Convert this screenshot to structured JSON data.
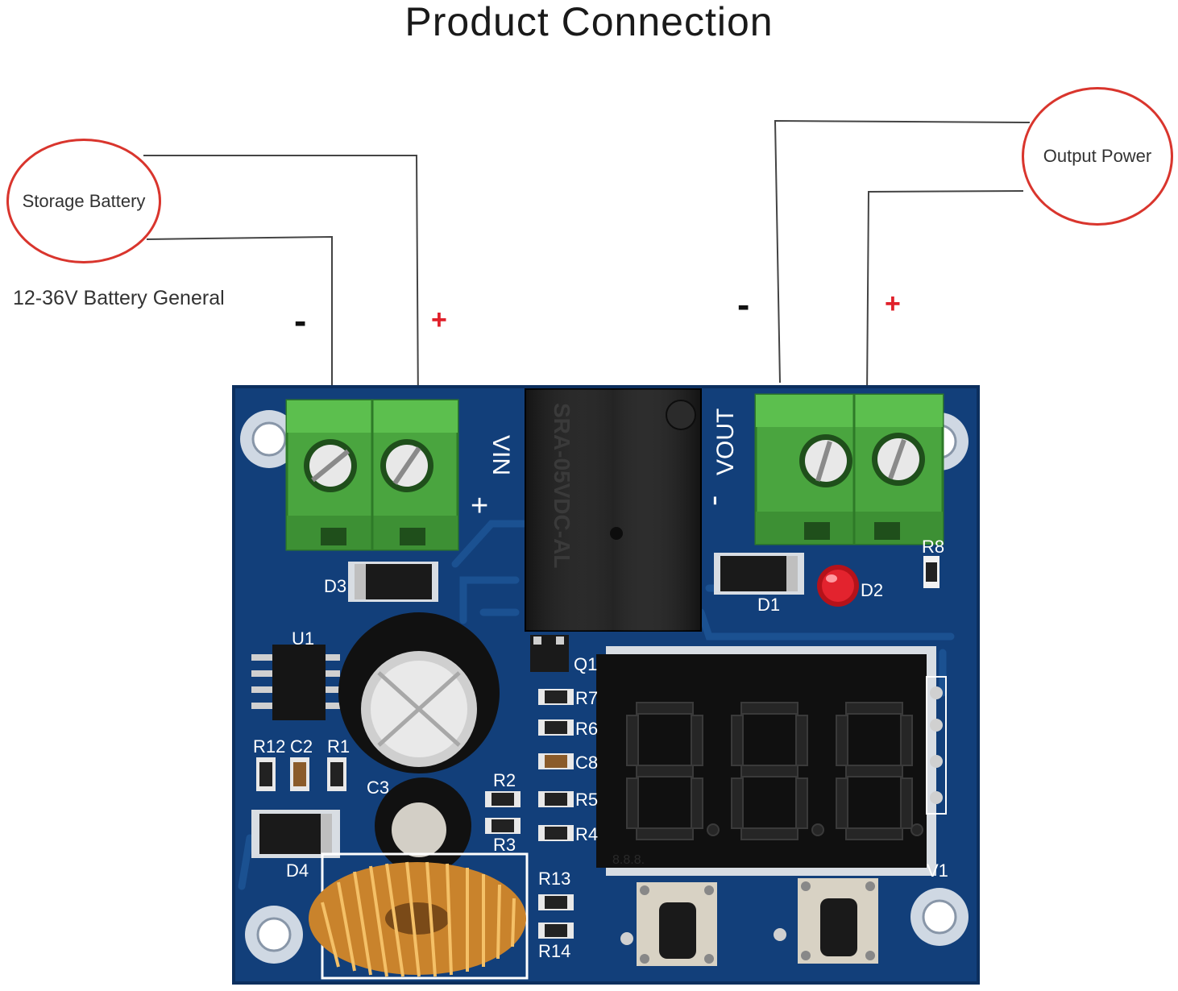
{
  "title": "Product Connection",
  "labels": {
    "storage_battery": "Storage Battery",
    "output_power": "Output Power",
    "battery_note": "12-36V Battery General"
  },
  "signs": {
    "input_minus": "-",
    "input_plus": "+",
    "output_minus": "-",
    "output_plus": "+"
  },
  "board": {
    "vin": "VIN",
    "vout": "VOUT",
    "vin_plus": "+",
    "vout_minus": "-",
    "relay_text": "SRA-05VDC-AL",
    "display_digits": "8.8.8.",
    "components": [
      "D3",
      "D1",
      "D2",
      "R8",
      "U1",
      "Q1",
      "R7",
      "R6",
      "C8",
      "R5",
      "R4",
      "R12",
      "C2",
      "R1",
      "C3",
      "R2",
      "R3",
      "D4",
      "R13",
      "R14",
      "V1"
    ]
  },
  "colors": {
    "pcb": "#123f7a",
    "terminal": "#4aa53f",
    "annotation_circle": "#d9352d",
    "plus_sign": "#e0202a"
  }
}
